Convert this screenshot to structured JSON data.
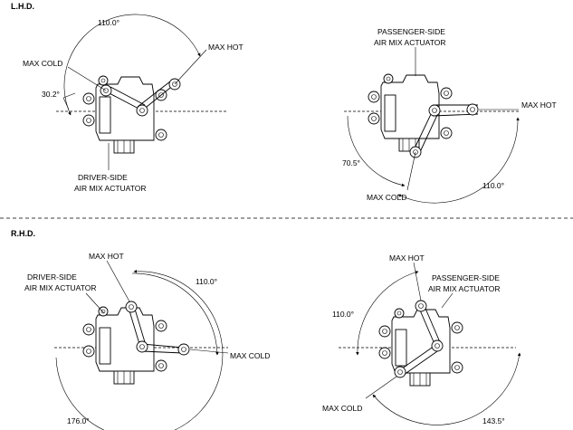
{
  "sections": {
    "lhd": "L.H.D.",
    "rhd": "R.H.D."
  },
  "lhd_driver": {
    "angle_total": "110.0°",
    "angle_small": "30.2°",
    "max_cold": "MAX COLD",
    "max_hot": "MAX HOT",
    "label_line1": "DRIVER-SIDE",
    "label_line2": "AIR MIX ACTUATOR"
  },
  "lhd_passenger": {
    "label_line1": "PASSENGER-SIDE",
    "label_line2": "AIR MIX ACTUATOR",
    "max_hot": "MAX HOT",
    "angle_small": "70.5°",
    "max_cold": "MAX COLD",
    "angle_total": "110.0°"
  },
  "rhd_driver": {
    "max_hot": "MAX HOT",
    "label_line1": "DRIVER-SIDE",
    "label_line2": "AIR MIX ACTUATOR",
    "angle_total": "110.0°",
    "max_cold": "MAX COLD",
    "angle_large": "176.0°"
  },
  "rhd_passenger": {
    "max_hot": "MAX HOT",
    "label_line1": "PASSENGER-SIDE",
    "label_line2": "AIR MIX ACTUATOR",
    "angle_total": "110.0°",
    "max_cold": "MAX COLD",
    "angle_large": "143.5°"
  }
}
